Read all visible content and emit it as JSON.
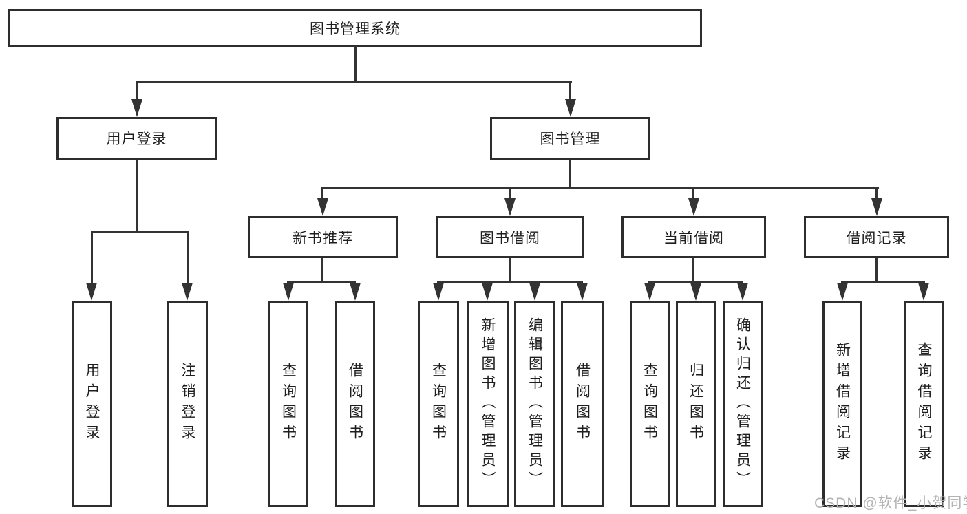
{
  "diagram_title": "图书管理系统",
  "colors": {
    "line": "#333333",
    "border": "#2d2d2d",
    "text": "#1e1e1e",
    "background": "#ffffff",
    "watermark": "#b3b3b3"
  },
  "nodes": {
    "root": "图书管理系统",
    "user_login": "用户登录",
    "book_management": "图书管理",
    "new_book_recommend": "新书推荐",
    "book_borrowing": "图书借阅",
    "current_borrowing": "当前借阅",
    "borrow_records": "借阅记录",
    "leaf_user_login": "用户登录",
    "leaf_logout": "注销登录",
    "leaf_rec_query_books": "查询图书",
    "leaf_rec_borrow_books": "借阅图书",
    "leaf_bb_query_books": "查询图书",
    "leaf_bb_add_book_admin": "新增图书（管理员）",
    "leaf_bb_edit_book_admin": "编辑图书（管理员）",
    "leaf_bb_borrow_books": "借阅图书",
    "leaf_cb_query_books": "查询图书",
    "leaf_cb_return_books": "归还图书",
    "leaf_cb_confirm_return_admin": "确认归还（管理员）",
    "leaf_br_add_record": "新增借阅记录",
    "leaf_br_query_record": "查询借阅记录"
  },
  "watermark": "CSDN @软件_小贺同学"
}
